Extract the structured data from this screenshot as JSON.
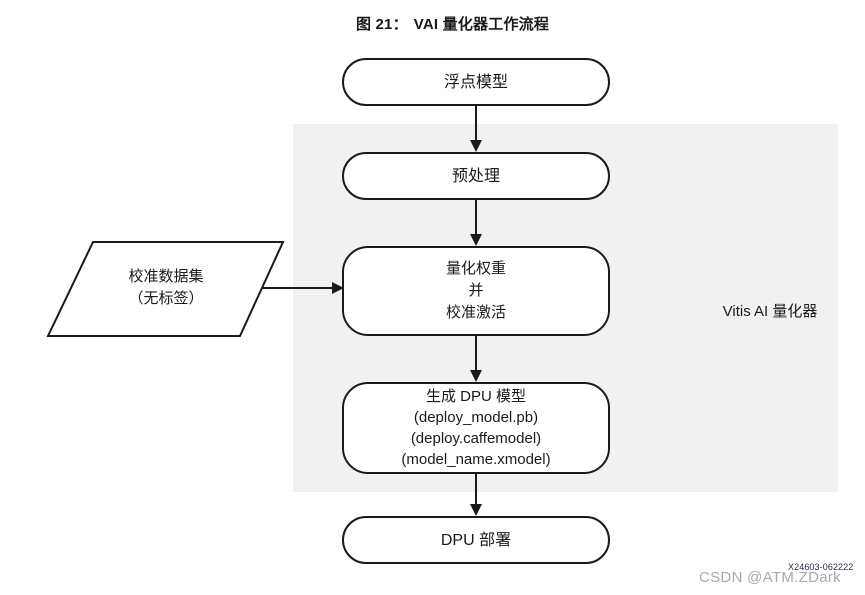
{
  "page": {
    "title_prefix": "图 21：",
    "title": "VAI 量化器工作流程"
  },
  "flowchart": {
    "region_label": "Vitis AI 量化器",
    "region_bg": "#f1f1f2",
    "line_color": "#1a1a1a",
    "nodes": [
      {
        "id": "float-model",
        "label": "浮点模型"
      },
      {
        "id": "preprocess",
        "label": "预处理"
      },
      {
        "id": "quantize-calibrate",
        "lines": [
          "量化权重",
          "并",
          "校准激活"
        ]
      },
      {
        "id": "generate-dpu-model",
        "lines": [
          "生成 DPU 模型",
          "(deploy_model.pb)",
          "(deploy.caffemodel)",
          "(model_name.xmodel)"
        ]
      },
      {
        "id": "dpu-deploy",
        "label": "DPU 部署"
      }
    ],
    "input_node": {
      "id": "calibration-dataset",
      "lines": [
        "校准数据集",
        "（无标签）"
      ]
    }
  },
  "footer": {
    "figure_id": "X24603-062222",
    "watermark": "CSDN @ATM.ZDark"
  }
}
